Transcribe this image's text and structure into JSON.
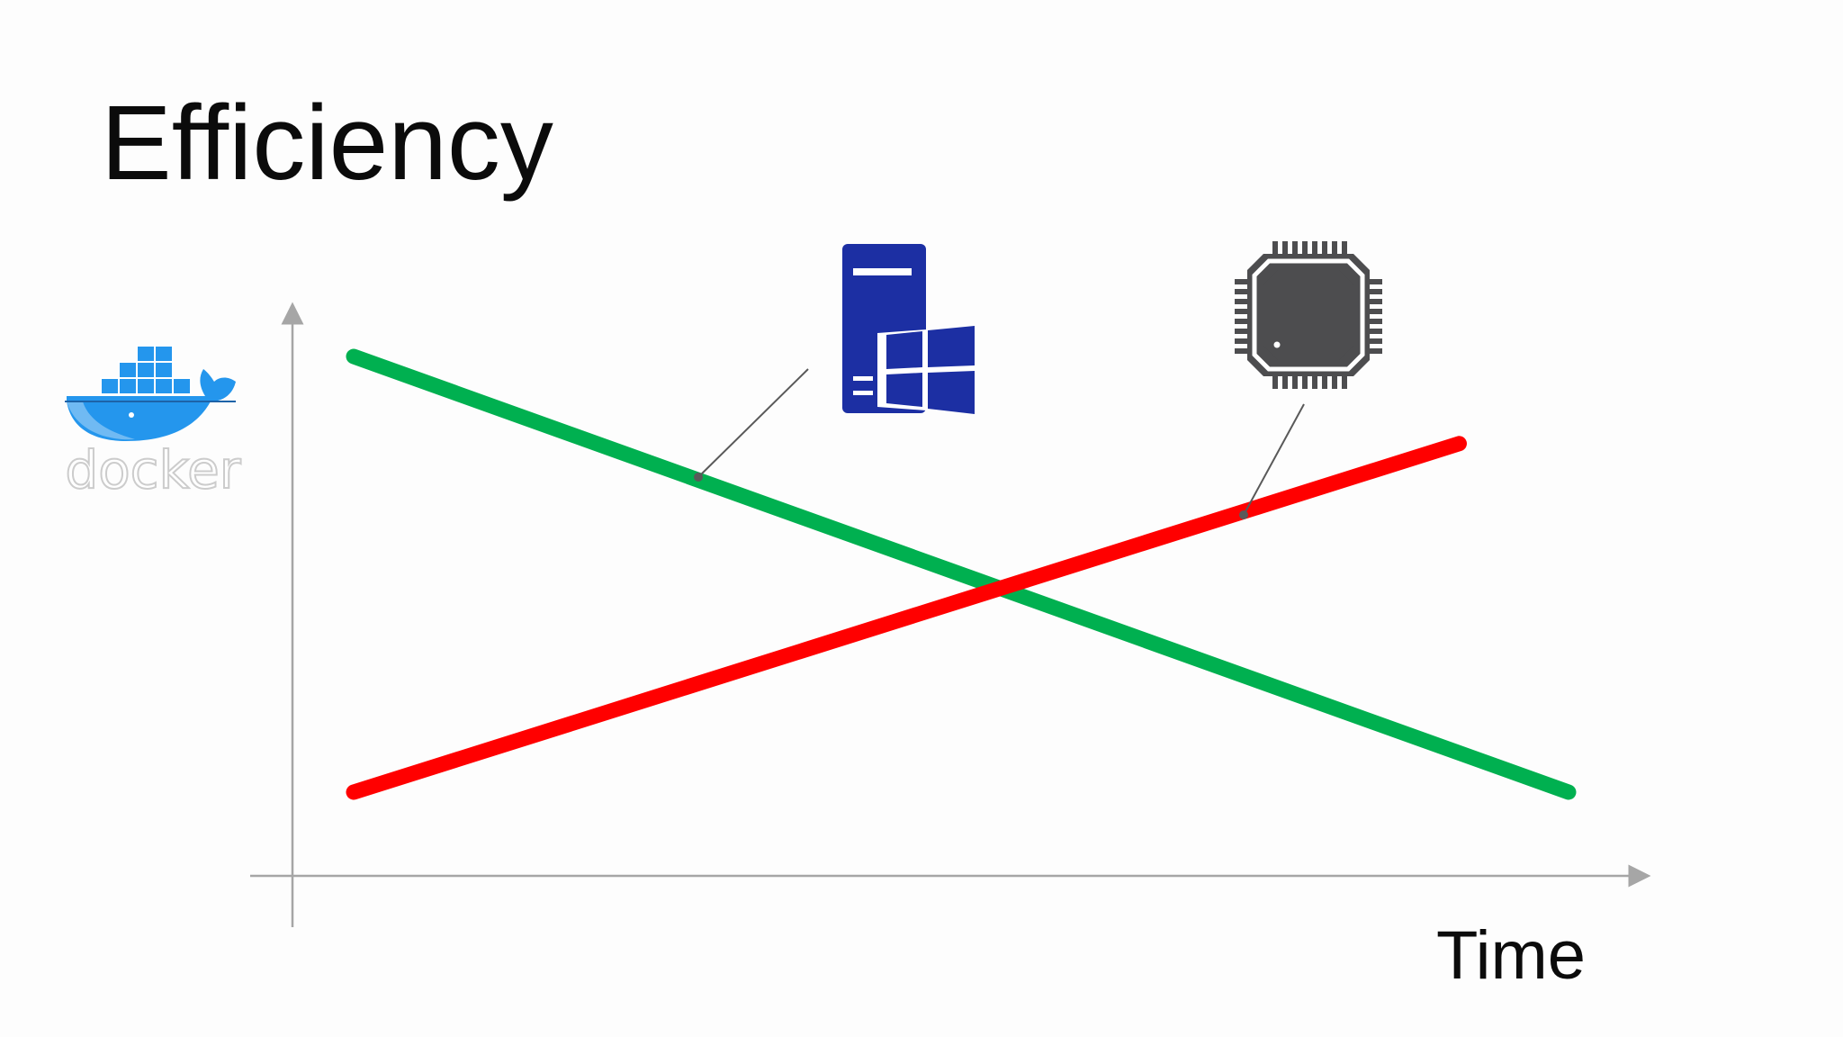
{
  "slide": {
    "title": "Efficiency",
    "x_axis_label": "Time"
  },
  "logo": {
    "icon": "docker-whale-icon",
    "wordmark": "docker"
  },
  "icons": {
    "server": "windows-server-icon",
    "chip": "cpu-chip-icon"
  },
  "colors": {
    "green_line": "#00b050",
    "red_line": "#ff0000",
    "axis": "#a6a6a6",
    "leader": "#595959",
    "server_blue": "#1c2fa3",
    "chip_gray": "#4d4d4f",
    "docker_blue": "#2496ed"
  },
  "chart_data": {
    "type": "line",
    "x": [
      0,
      1
    ],
    "series": [
      {
        "values": [
          1,
          0
        ],
        "color": "#00b050",
        "annotation_icon": "windows-server-icon"
      },
      {
        "values": [
          0,
          0.8
        ],
        "color": "#ff0000",
        "annotation_icon": "cpu-chip-icon"
      }
    ],
    "xlabel": "Time",
    "ylabel": "",
    "grid": false,
    "legend": "none"
  }
}
